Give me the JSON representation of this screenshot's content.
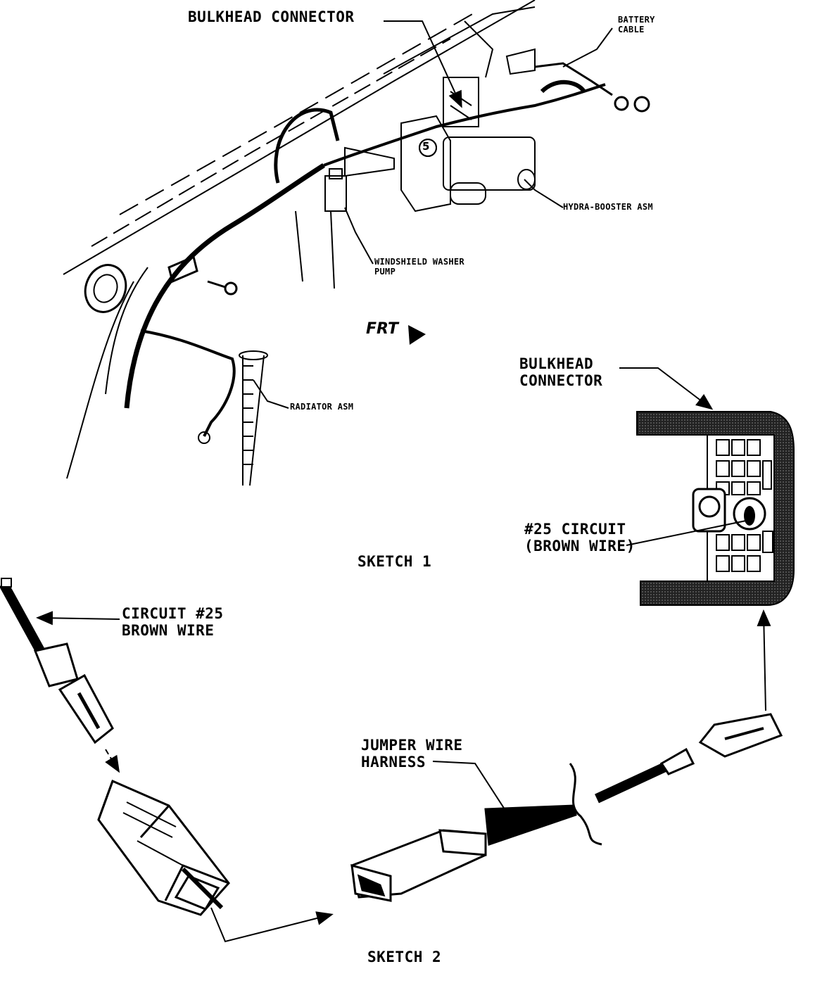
{
  "labels": {
    "bulkhead_connector_top": "BULKHEAD CONNECTOR",
    "battery_cable": "BATTERY\nCABLE",
    "hydra_booster": "HYDRA-BOOSTER ASM",
    "washer_pump": "WINDSHIELD WASHER\nPUMP",
    "frt": "FRT",
    "radiator": "RADIATOR ASM",
    "sketch1": "SKETCH 1",
    "bulkhead_connector_right": "BULKHEAD\nCONNECTOR",
    "circuit25_right": "#25 CIRCUIT\n(BROWN WIRE)",
    "circuit25_left": "CIRCUIT #25\nBROWN WIRE",
    "jumper_harness": "JUMPER WIRE\nHARNESS",
    "sketch2": "SKETCH 2",
    "callout_number": "5"
  },
  "icons": [
    "frt-arrow-icon",
    "bulkhead-connector-icon",
    "connector-plug-icon",
    "jumper-plug-icon"
  ]
}
